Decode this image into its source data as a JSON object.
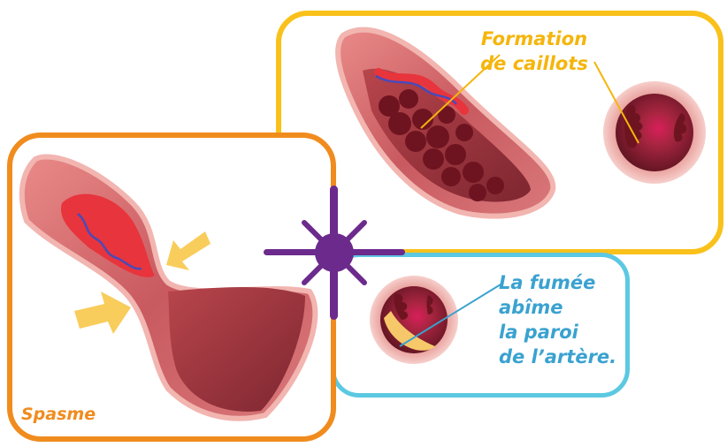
{
  "panels": {
    "clots": {
      "label_lines": [
        "Formation",
        "de caillots"
      ],
      "border_color": "#f9c11a",
      "text_color": "#f5b50c"
    },
    "smoke": {
      "label_lines": [
        "La fumée",
        "abîme",
        "la paroi",
        "de l’artère."
      ],
      "border_color": "#5cc8e2",
      "text_color": "#3aa2d0"
    },
    "spasm": {
      "label_lines": [
        "Spasme"
      ],
      "border_color": "#f08c1e",
      "text_color": "#f08c1e"
    }
  },
  "connector_star": {
    "color": "#6b2a8c"
  },
  "colors": {
    "artery_wall": "#c85a60",
    "artery_wall_light": "#f2b5b0",
    "artery_inner": "#9c2f38",
    "blood_clot": "#6e1420",
    "blood_bright": "#e8343c",
    "nerve_line": "#4a4ab8",
    "plaque": "#f6c86a",
    "arrow": "#f8c84a"
  }
}
